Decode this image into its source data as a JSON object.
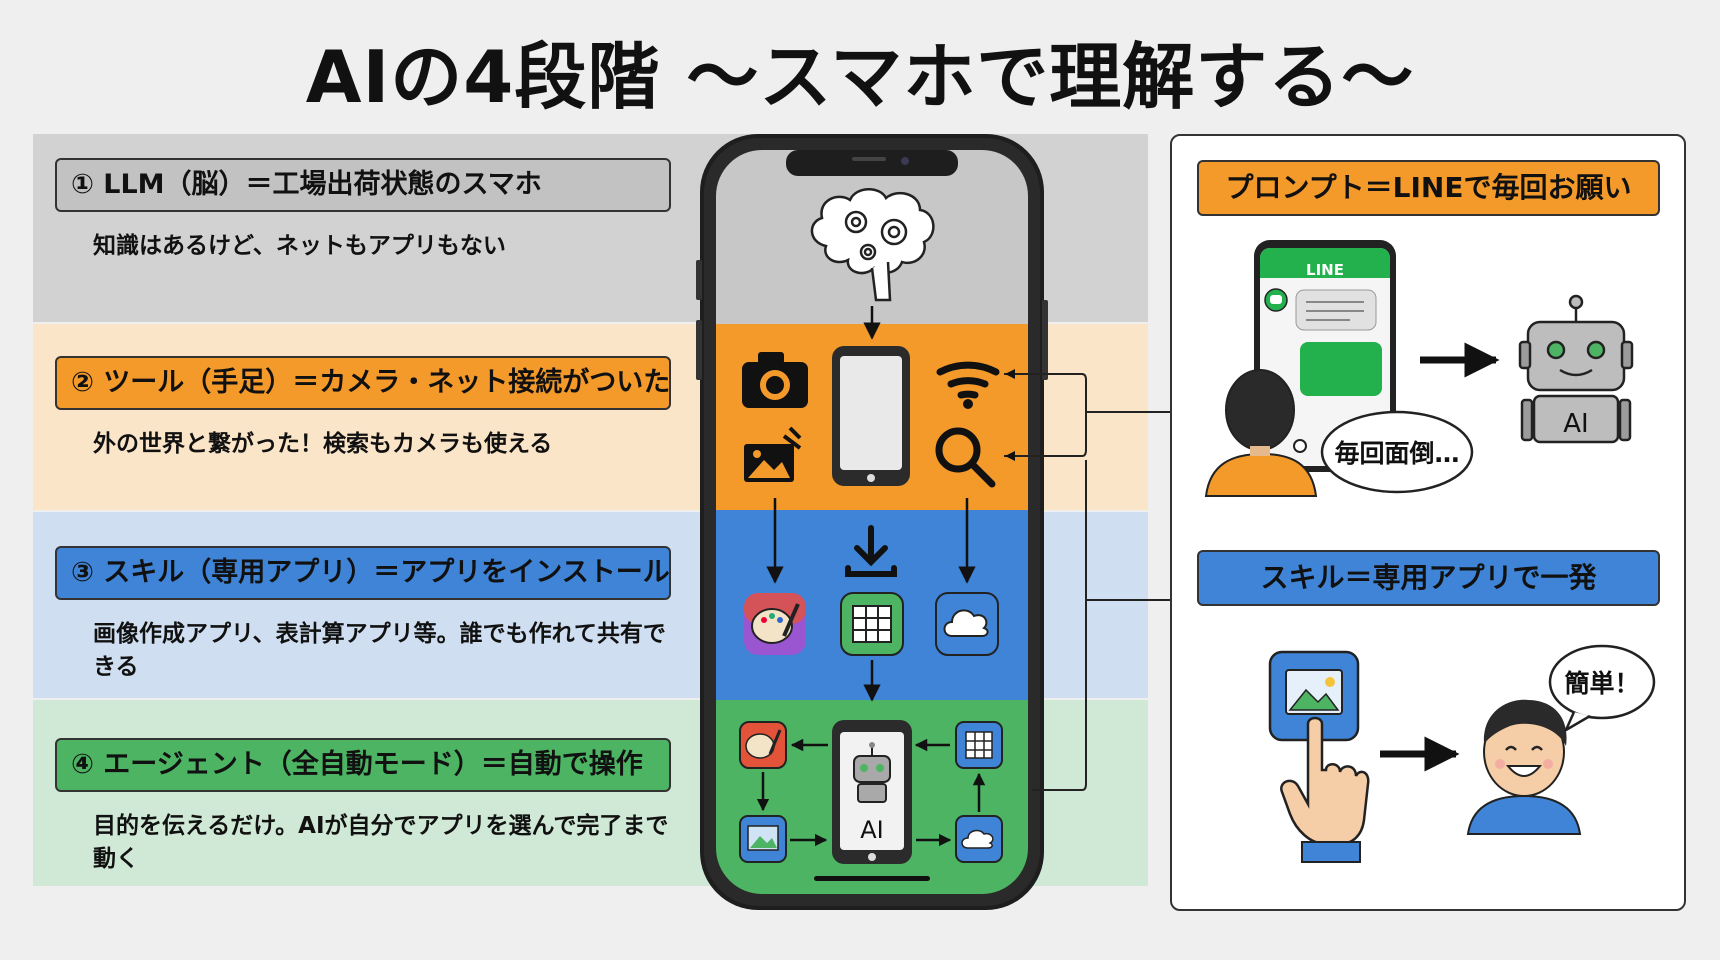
{
  "title": "AIの4段階 〜スマホで理解する〜",
  "colors": {
    "gray": "#c7c7c7",
    "orange": "#f39a2b",
    "blue": "#3f84d6",
    "green": "#4cb463",
    "line_green": "#22b14c",
    "dark": "#222222"
  },
  "stages": [
    {
      "label": "① LLM（脳）＝工場出荷状態のスマホ",
      "desc": "知識はあるけど、ネットもアプリもない"
    },
    {
      "label": "② ツール（手足）＝カメラ・ネット接続がついた",
      "desc": "外の世界と繋がった！検索もカメラも使える"
    },
    {
      "label": "③ スキル（専用アプリ）＝アプリをインストール",
      "desc": "画像作成アプリ、表計算アプリ等。誰でも作れて共有できる"
    },
    {
      "label": "④ エージェント（全自動モード）＝自動で操作",
      "desc": "目的を伝えるだけ。AIが自分でアプリを選んで完了まで動く"
    }
  ],
  "phone": {
    "robot_label": "AI"
  },
  "right": {
    "prompt_label": "プロンプト＝LINEで毎回お願い",
    "line_header": "LINE",
    "speech_complain": "毎回面倒…",
    "robot_label": "AI",
    "skill_label": "スキル＝専用アプリで一発",
    "speech_easy": "簡単！"
  }
}
